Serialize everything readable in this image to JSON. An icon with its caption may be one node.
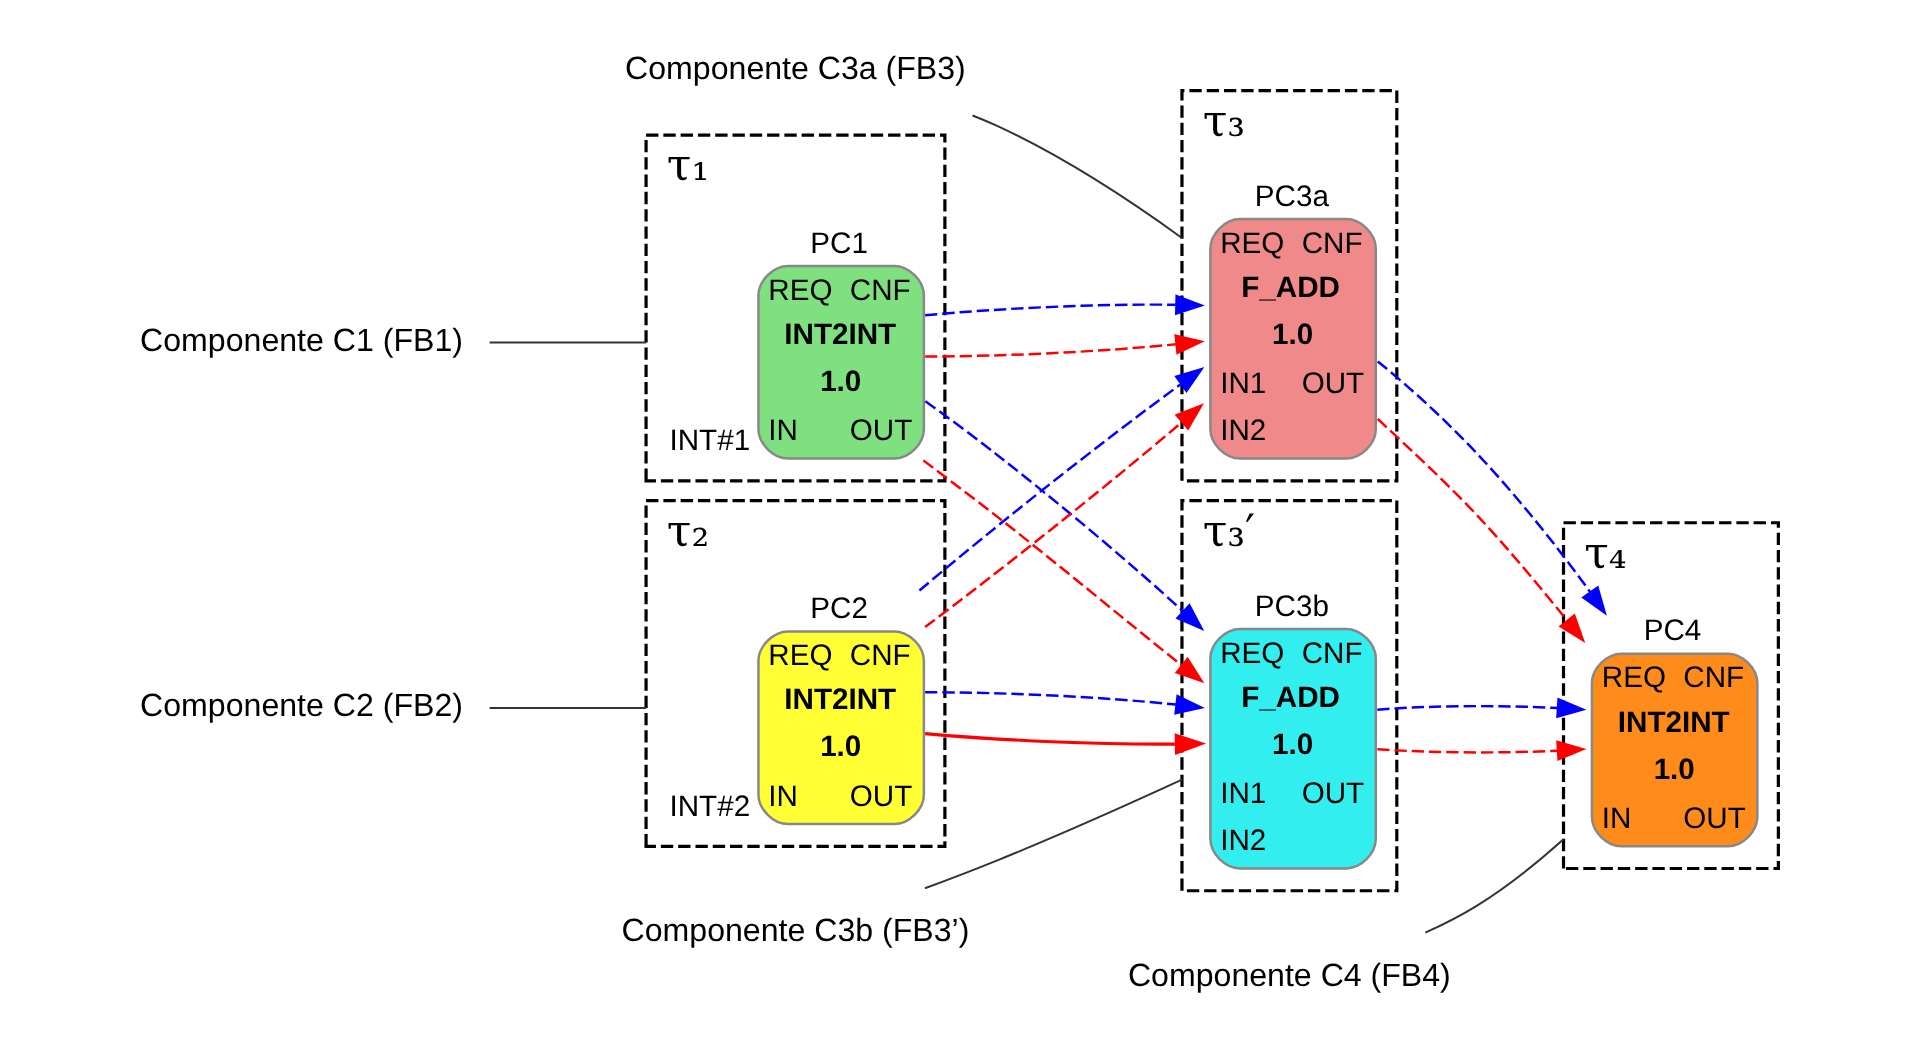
{
  "diagram": {
    "nodes": [
      {
        "text": [
          "τ₁"
        ]
      },
      {
        "text": [
          "PC1",
          "REQ",
          "CNF",
          "INT2INT",
          "1.0",
          "IN",
          "OUT"
        ],
        "in": 0,
        "beside": [
          "INT#1"
        ]
      },
      {
        "text": [
          "τ₂"
        ]
      },
      {
        "text": [
          "PC2",
          "REQ",
          "CNF",
          "INT2INT",
          "1.0",
          "IN",
          "OUT"
        ],
        "in": 2,
        "beside": [
          "INT#2"
        ]
      },
      {
        "text": [
          "τ₃"
        ]
      },
      {
        "text": [
          "PC3a",
          "REQ",
          "CNF",
          "F_ADD",
          "1.0",
          "IN1",
          "OUT",
          "IN2"
        ],
        "in": 4
      },
      {
        "text": [
          "τ₃′"
        ]
      },
      {
        "text": [
          "PC3b",
          "REQ",
          "CNF",
          "F_ADD",
          "1.0",
          "IN1",
          "OUT",
          "IN2"
        ],
        "in": 6
      },
      {
        "text": [
          "τ₄"
        ]
      },
      {
        "text": [
          "PC4",
          "REQ",
          "CNF",
          "INT2INT",
          "1.0",
          "IN",
          "OUT"
        ],
        "in": 8
      },
      {
        "text": [
          "Componente C1 (FB1)"
        ]
      },
      {
        "text": [
          "Componente C2 (FB2)"
        ]
      },
      {
        "text": [
          "Componente C3a (FB3)"
        ]
      },
      {
        "text": [
          "Componente C4 (FB4)"
        ]
      },
      {
        "text": [
          "Componente C3b (FB3’)"
        ]
      }
    ],
    "edges": [
      {
        "from": 1,
        "to": 5,
        "arrow": "to",
        "style": "dashed",
        "color": "#ff0000"
      },
      {
        "from": 1,
        "to": 7,
        "arrow": "to",
        "style": "dashed",
        "color": "#ff0000"
      },
      {
        "from": 3,
        "to": 7,
        "arrow": "to",
        "color": "#ff0000"
      },
      {
        "from": 3,
        "to": 5,
        "arrow": "to",
        "style": "dashed",
        "color": "#ff0000"
      },
      {
        "from": 1,
        "to": 5,
        "arrow": "to",
        "style": "dashed",
        "color": "#0000ff"
      },
      {
        "from": 1,
        "to": 7,
        "arrow": "to",
        "style": "dashed",
        "color": "#0000ff"
      },
      {
        "from": 3,
        "to": 5,
        "arrow": "to",
        "style": "dashed",
        "color": "#0000ff"
      },
      {
        "from": 3,
        "to": 7,
        "arrow": "to",
        "style": "dashed",
        "color": "#0000ff"
      },
      {
        "from": 5,
        "to": 9,
        "arrow": "to",
        "style": "dashed",
        "color": "#ff0000"
      },
      {
        "from": 7,
        "to": 9,
        "arrow": "to",
        "style": "dashed",
        "color": "#ff0000"
      },
      {
        "from": 5,
        "to": 9,
        "arrow": "to",
        "style": "dashed",
        "color": "#0000ff"
      },
      {
        "from": 7,
        "to": 9,
        "arrow": "to",
        "style": "dashed",
        "color": "#0000ff"
      },
      {
        "from": 10,
        "to": 0,
        "arrow": "none",
        "color": "#333333"
      },
      {
        "from": 11,
        "to": 2,
        "arrow": "none",
        "color": "#333333"
      },
      {
        "from": 12,
        "to": 4,
        "arrow": "none",
        "color": "#333333"
      },
      {
        "from": 13,
        "to": 8,
        "arrow": "none",
        "color": "#333333"
      },
      {
        "from": 14,
        "to": 6,
        "arrow": "none",
        "color": "#333333"
      }
    ]
  }
}
